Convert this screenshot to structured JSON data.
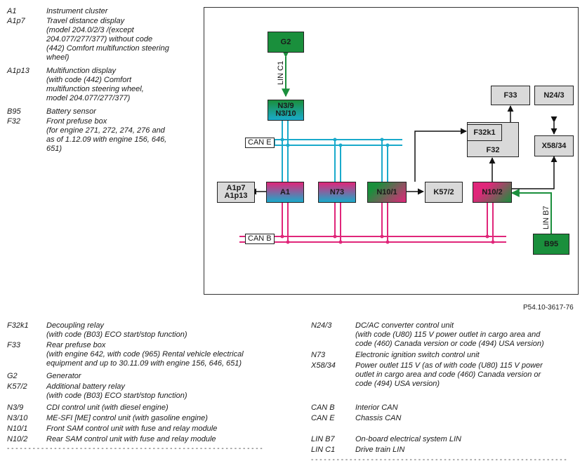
{
  "legend_top": [
    {
      "code": "A1",
      "desc": "Instrument cluster"
    },
    {
      "code": "A1p7",
      "desc": "Travel distance display\n(model 204.0/2/3 /(except\n204.077/277/377) without code\n(442) Comfort multifunction steering\nwheel)"
    },
    {
      "code": "A1p13",
      "desc": "Multifunction display\n(with code (442) Comfort\nmultifunction steering wheel,\nmodel 204.077/277/377)"
    },
    {
      "code": "B95",
      "desc": "Battery sensor"
    },
    {
      "code": "F32",
      "desc": "Front prefuse box\n(for engine 271, 272, 274, 276 and\nas of 1.12.09 with engine 156, 646,\n651)"
    }
  ],
  "legend_bottom_left": [
    {
      "code": "F32k1",
      "desc": "Decoupling relay\n(with code (B03) ECO start/stop function)"
    },
    {
      "code": "F33",
      "desc": "Rear prefuse box\n(with engine 642, with code (965) Rental vehicle electrical\nequipment and up to 30.11.09 with engine 156, 646, 651)"
    },
    {
      "code": "G2",
      "desc": "Generator"
    },
    {
      "code": "K57/2",
      "desc": "Additional battery relay\n(with code (B03) ECO start/stop function)"
    },
    {
      "code": "N3/9",
      "desc": "CDI control unit (with diesel engine)"
    },
    {
      "code": "N3/10",
      "desc": "ME-SFI [ME] control unit (with gasoline engine)"
    },
    {
      "code": "N10/1",
      "desc": "Front SAM control unit with fuse and relay module"
    },
    {
      "code": "N10/2",
      "desc": "Rear SAM control unit with fuse and relay module"
    }
  ],
  "legend_bottom_right": [
    {
      "code": "N24/3",
      "desc": "DC/AC converter control unit\n(with code (U80) 115 V power outlet in cargo area and\ncode (460) Canada version or code (494) USA version)"
    },
    {
      "code": "N73",
      "desc": "Electronic ignition switch control unit"
    },
    {
      "code": "X58/34",
      "desc": "Power outlet 115 V (as of with code (U80) 115 V power\noutlet in cargo area and code (460) Canada version or\ncode (494) USA version)"
    },
    {
      "code": "CAN B",
      "desc": "Interior CAN"
    },
    {
      "code": "CAN E",
      "desc": "Chassis CAN"
    },
    {
      "code": "LIN B7",
      "desc": "On-board electrical system LIN"
    },
    {
      "code": "LIN C1",
      "desc": "Drive train LIN"
    }
  ],
  "diagram": {
    "components": {
      "g2": "G2",
      "n3": "N3/9\nN3/10",
      "a1": "A1",
      "a1p": "A1p7\nA1p13",
      "n73": "N73",
      "n101": "N10/1",
      "k572": "K57/2",
      "n102": "N10/2",
      "f32k1": "F32k1",
      "f32": "F32",
      "f33": "F33",
      "n243": "N24/3",
      "x5834": "X58/34",
      "b95": "B95"
    },
    "buses": {
      "can_e": "CAN E",
      "can_b": "CAN B",
      "lin_c1": "LIN C1",
      "lin_b7": "LIN B7"
    }
  },
  "figure_ref": "P54.10-3617-76",
  "colors": {
    "green": "#1a8f3c",
    "cyan": "#1aaacb",
    "magenta": "#e0267a",
    "grey": "#d9d9d9"
  }
}
